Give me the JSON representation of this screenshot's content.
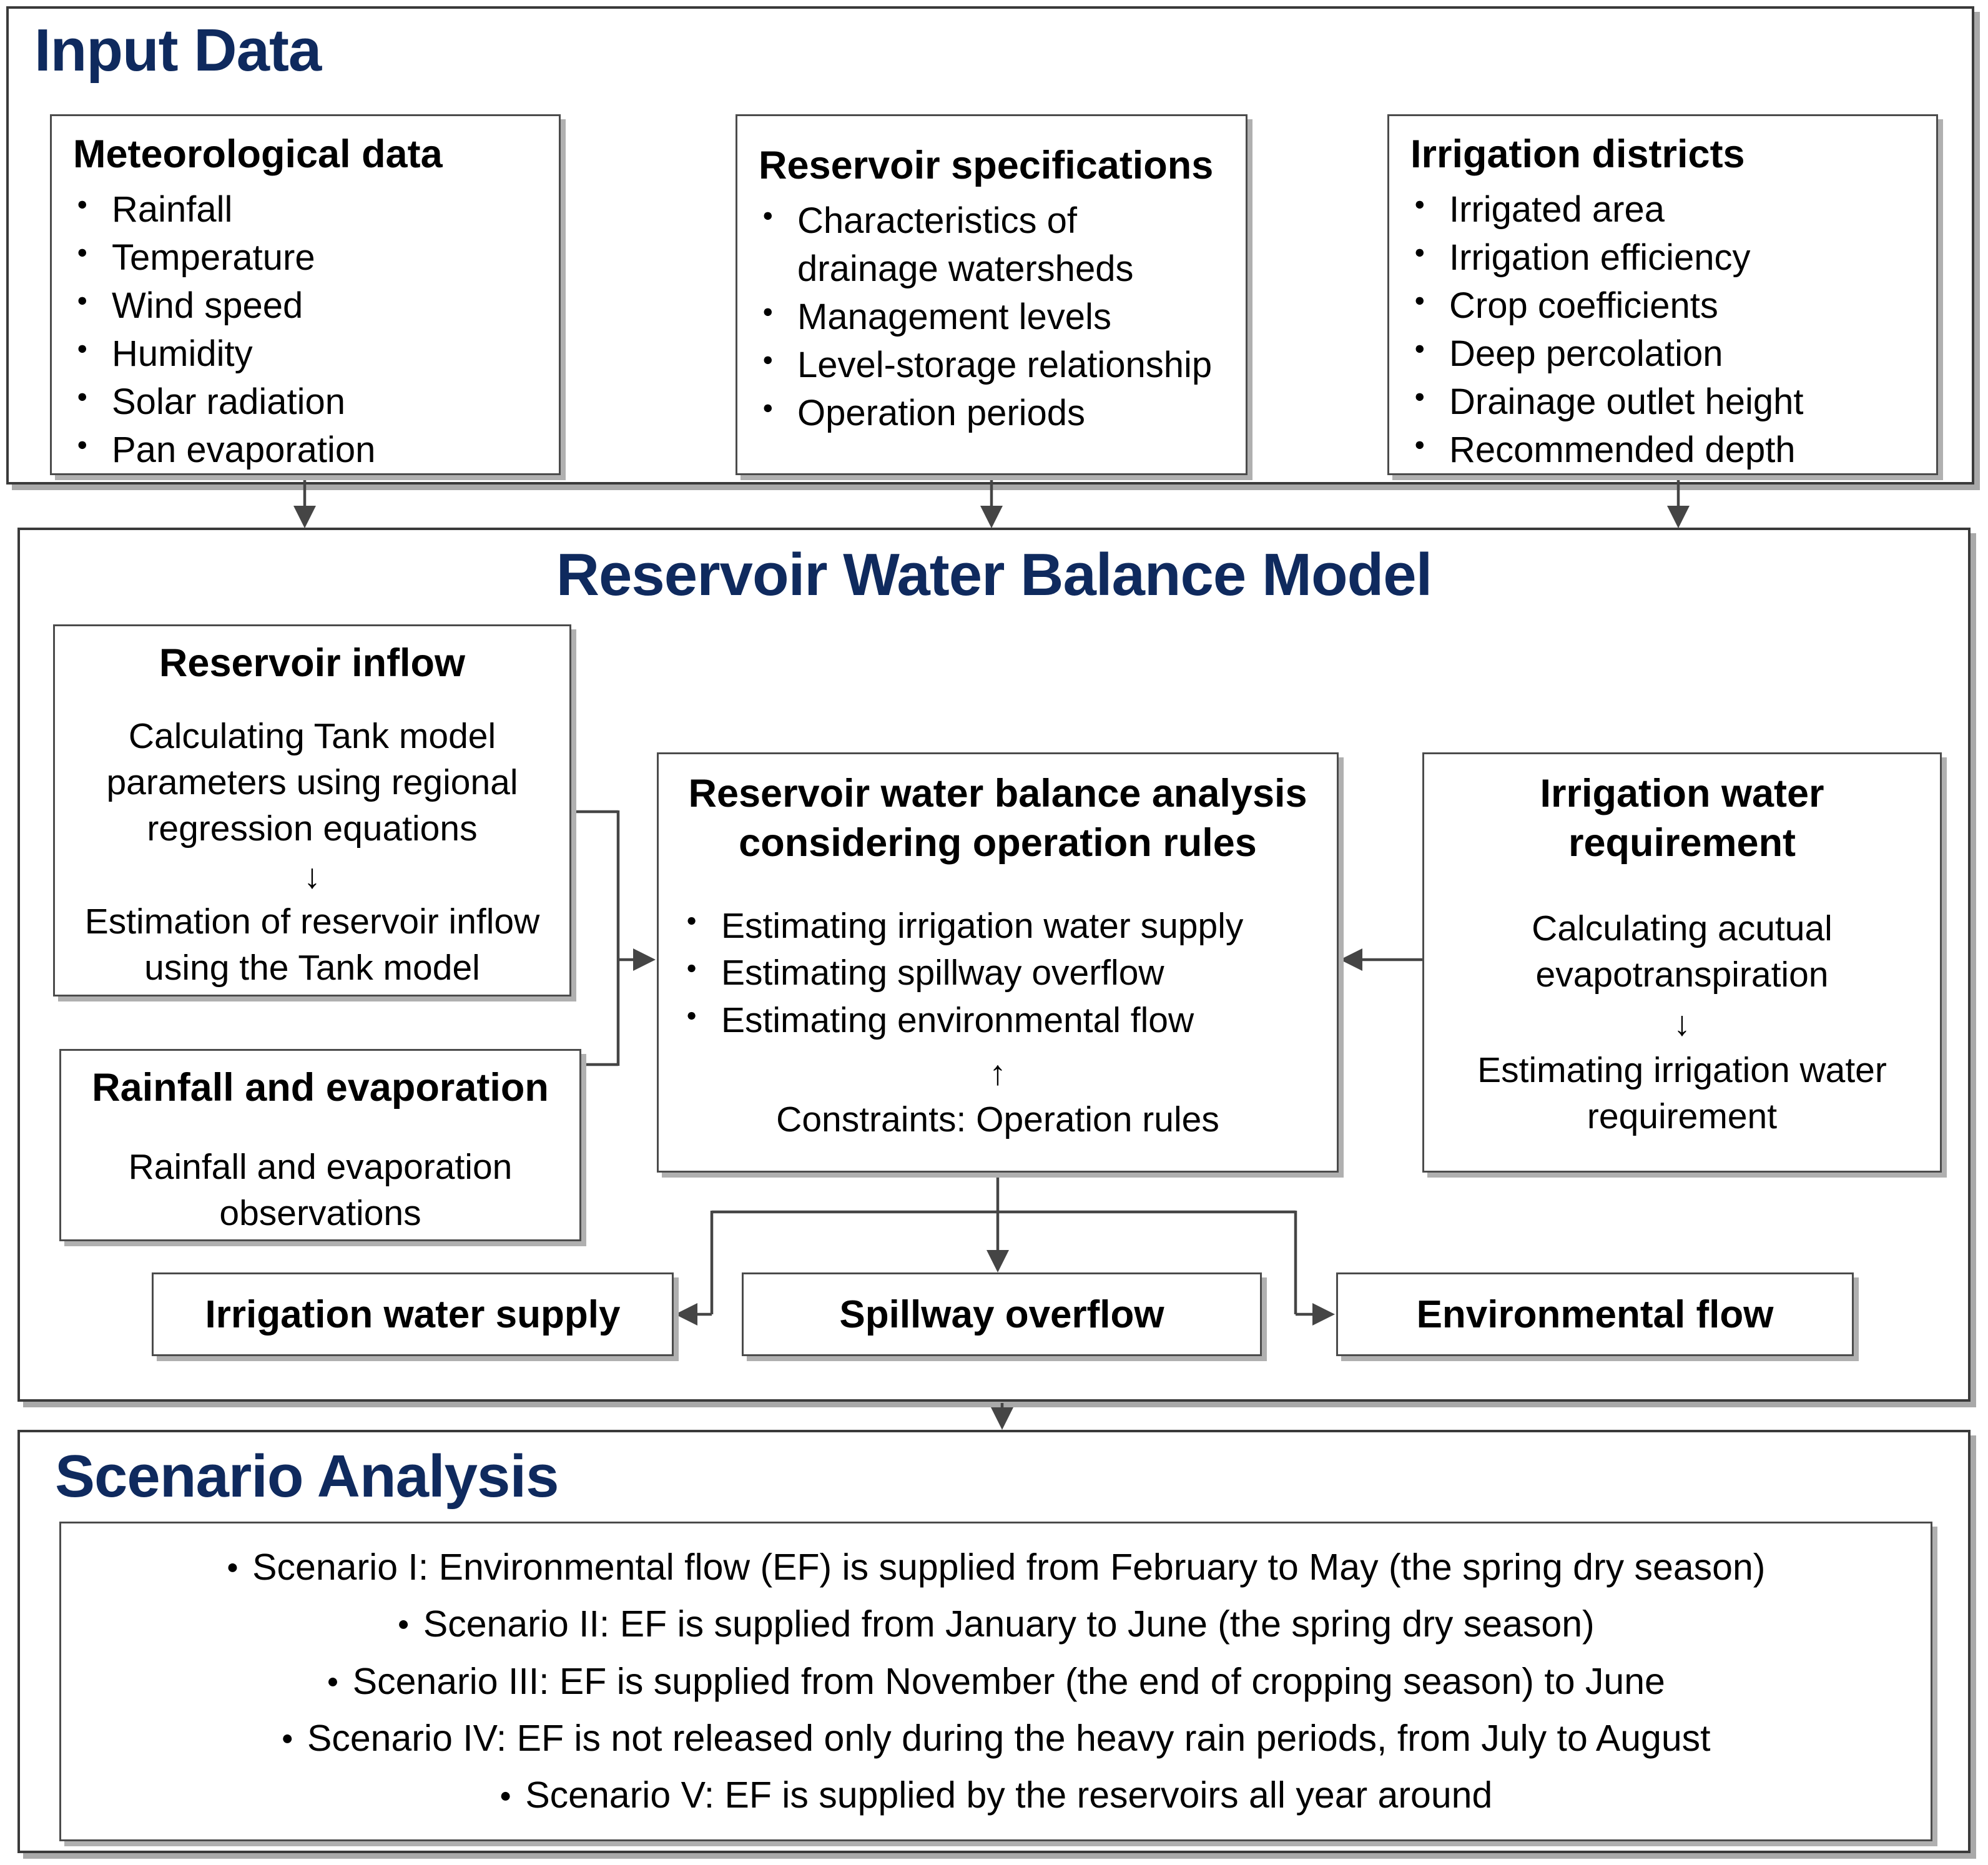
{
  "palette": {
    "title_navy": "#0f2a5e",
    "border_gray": "#4b4b4b",
    "arrow_gray": "#454545"
  },
  "input": {
    "title": "Input Data",
    "met": {
      "title": "Meteorological data",
      "items": [
        "Rainfall",
        "Temperature",
        "Wind speed",
        "Humidity",
        "Solar radiation",
        "Pan evaporation"
      ]
    },
    "res": {
      "title": "Reservoir specifications",
      "items": [
        "Characteristics of drainage watersheds",
        "Management levels",
        "Level-storage relationship",
        "Operation periods"
      ]
    },
    "irr": {
      "title": "Irrigation districts",
      "items": [
        "Irrigated area",
        "Irrigation efficiency",
        "Crop coefficients",
        "Deep percolation",
        "Drainage outlet height",
        "Recommended depth"
      ]
    }
  },
  "model": {
    "title": "Reservoir Water Balance Model",
    "inflow": {
      "title": "Reservoir inflow",
      "step1": "Calculating Tank model parameters using regional regression equations",
      "arrow": "↓",
      "step2": "Estimation of reservoir inflow using the Tank model"
    },
    "rain": {
      "title": "Rainfall and evaporation",
      "body": "Rainfall and evaporation observations"
    },
    "balance": {
      "title": "Reservoir water balance analysis considering operation rules",
      "items": [
        "Estimating irrigation water supply",
        "Estimating spillway overflow",
        "Estimating environmental flow"
      ],
      "arrow": "↑",
      "constraints": "Constraints: Operation rules"
    },
    "req": {
      "title": "Irrigation water requirement",
      "step1": "Calculating acutual evapotranspiration",
      "arrow": "↓",
      "step2": "Estimating irrigation water requirement"
    },
    "out_supply": "Irrigation water supply",
    "out_spill": "Spillway overflow",
    "out_env": "Environmental flow"
  },
  "scenario": {
    "title": "Scenario Analysis",
    "items": [
      "Scenario I: Environmental flow (EF) is supplied from February to May (the spring dry season)",
      "Scenario II: EF is supplied from January to June (the spring dry season)",
      "Scenario III: EF is supplied from November (the end of cropping season) to June",
      "Scenario IV: EF is not released only during the heavy rain periods, from July to August",
      "Scenario V:  EF is supplied by the reservoirs all year around"
    ]
  }
}
